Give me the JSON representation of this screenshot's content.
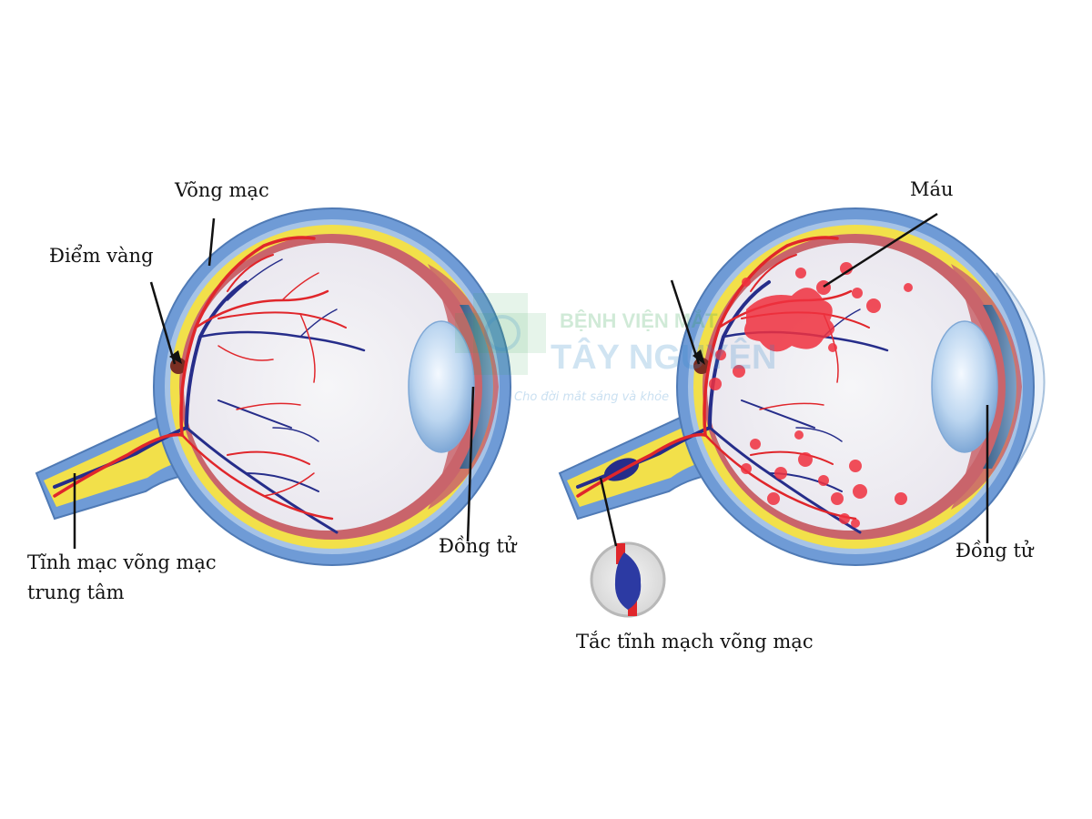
{
  "labels": {
    "vong_mac": "Võng mạc",
    "diem_vang": "Điểm vàng",
    "tinh_mach_line1": "Tĩnh mạc võng mạc",
    "tinh_mach_line2": "trung tâm",
    "dong_tu_left": "Đồng tử",
    "mau": "Máu",
    "dong_tu_right": "Đồng tử",
    "tac_tinh_mach": "Tắc tĩnh mạch võng mạc"
  },
  "watermark": {
    "line1": "BỆNH VIỆN MẮT",
    "line2": "TÂY NGUYÊN",
    "tagline": "Cho đời mắt sáng và khỏe"
  },
  "colors": {
    "sclera": "#6f9bd6",
    "retina": "#f2e04a",
    "choroid": "#c9646b",
    "vitreous": "#efeff3",
    "artery": "#e0262b",
    "vein": "#262d8a",
    "blood": "#f0313f",
    "lens": "#b8d4ee"
  }
}
